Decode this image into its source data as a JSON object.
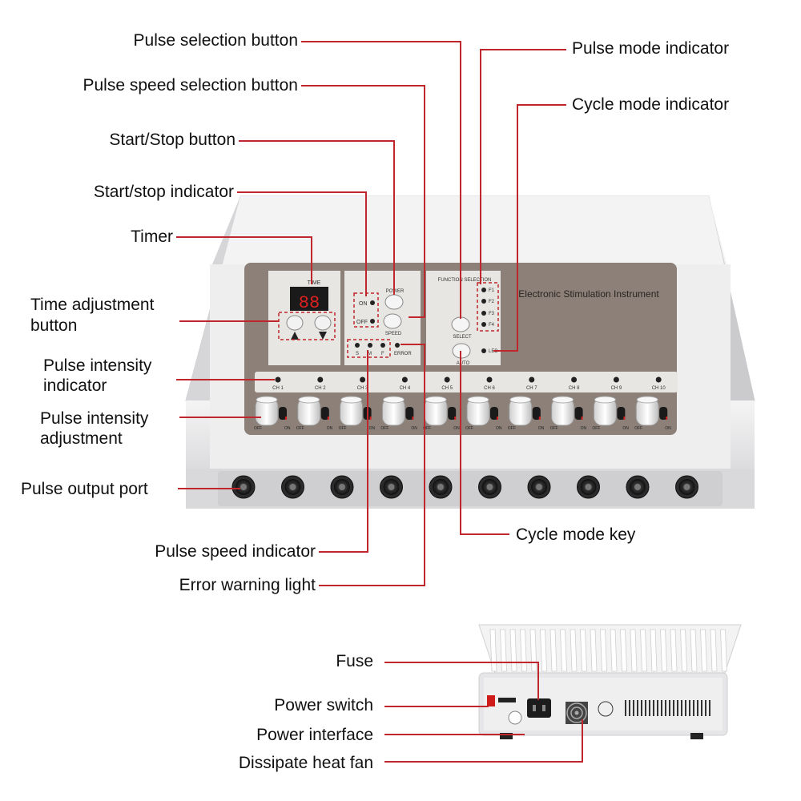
{
  "labels": {
    "pulse_selection_button": "Pulse selection button",
    "pulse_speed_selection_button": "Pulse speed selection button",
    "start_stop_button": "Start/Stop button",
    "start_stop_indicator": "Start/stop indicator",
    "timer": "Timer",
    "time_adjustment_button_line1": "Time adjustment",
    "time_adjustment_button_line2": "button",
    "pulse_intensity_indicator_line1": "Pulse intensity",
    "pulse_intensity_indicator_line2": "indicator",
    "pulse_intensity_adjustment_line1": "Pulse intensity",
    "pulse_intensity_adjustment_line2": "adjustment",
    "pulse_output_port": "Pulse output port",
    "pulse_speed_indicator": "Pulse speed indicator",
    "error_warning_light": "Error warning light",
    "pulse_mode_indicator": "Pulse mode indicator",
    "cycle_mode_indicator": "Cycle mode indicator",
    "cycle_mode_key": "Cycle mode key",
    "fuse": "Fuse",
    "power_switch": "Power switch",
    "power_interface": "Power interface",
    "dissipate_heat_fan": "Dissipate heat fan"
  },
  "panel": {
    "time_label": "TIME",
    "display_digits": "88",
    "on_label": "ON",
    "off_label": "OFF",
    "power_label": "POWER",
    "speed_label": "SPEED",
    "s_label": "S",
    "m_label": "M",
    "f_label": "F",
    "error_label": "ERROR",
    "function_selection": "FUNCTION SELECTION",
    "select_label": "SELECT",
    "auto_label": "AUTO",
    "led_label": "LED",
    "f1": "F1",
    "f2": "F2",
    "f3": "F3",
    "f4": "F4",
    "title": "Electronic Stimulation Instrument",
    "knob_off": "OFF",
    "knob_on": "ON",
    "channels": [
      "CH 1",
      "CH 2",
      "CH 3",
      "CH 4",
      "CH 5",
      "CH 6",
      "CH 7",
      "CH 8",
      "CH 9",
      "CH 10"
    ]
  },
  "colors": {
    "callout_line": "#c0272d",
    "panel_bg": "#8c8078",
    "device_body": "#e9e9eb"
  }
}
